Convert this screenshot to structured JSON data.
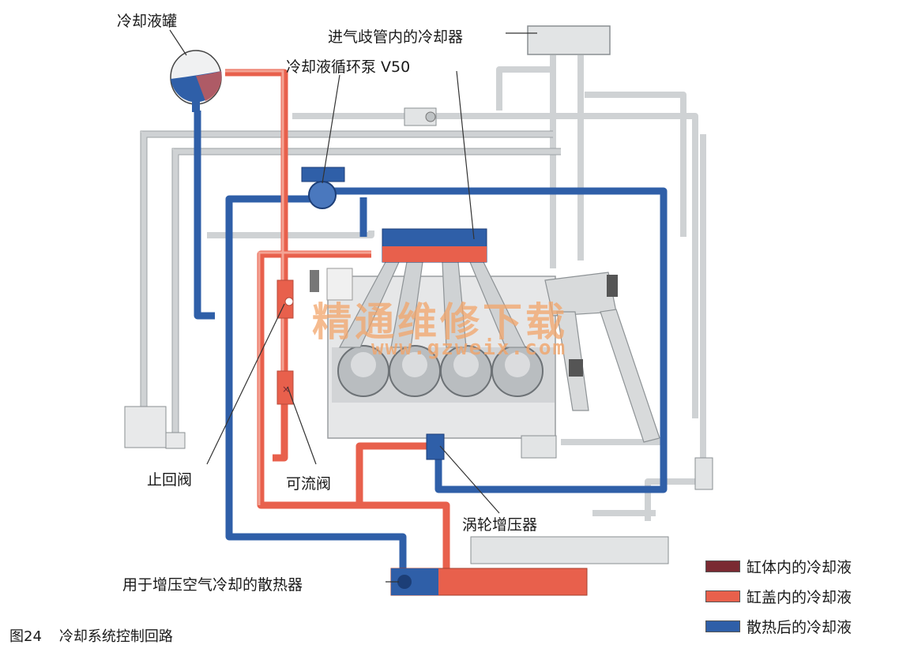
{
  "labels": {
    "coolant_tank": "冷却液罐",
    "intake_manifold_cooler": "进气歧管内的冷却器",
    "coolant_pump": "冷却液循环泵 V50",
    "check_valve": "止回阀",
    "flow_valve": "可流阀",
    "turbocharger": "涡轮增压器",
    "charge_air_radiator": "用于增压空气冷却的散热器"
  },
  "legend": [
    {
      "label": "缸体内的冷却液",
      "color": "#7a2a32"
    },
    {
      "label": "缸盖内的冷却液",
      "color": "#e8604c"
    },
    {
      "label": "散热后的冷却液",
      "color": "#2f5fa8"
    }
  ],
  "caption": {
    "number": "图24",
    "title": "冷却系统控制回路"
  },
  "watermark": {
    "main": "精通维修下载",
    "url": "www.gzweix.com"
  },
  "colors": {
    "red": "#e8604c",
    "dark_red": "#7a2a32",
    "blue": "#2f5fa8",
    "grey": "#d8dadb"
  }
}
